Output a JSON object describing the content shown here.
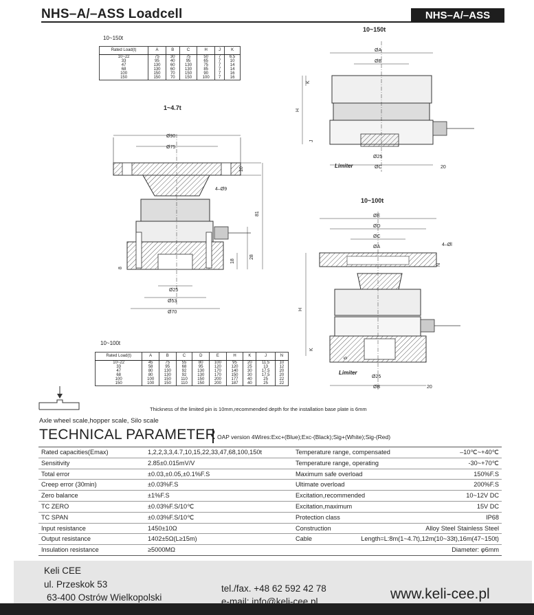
{
  "header": {
    "title": "NHS–A/–ASS  Loadcell",
    "tag": "NHS–A/–ASS"
  },
  "table_150t": {
    "caption": "10~150t",
    "columns": [
      "Rated Load(t)",
      "A",
      "B",
      "C",
      "H",
      "J",
      "K"
    ],
    "rows": [
      [
        "10~22",
        "75",
        "30",
        "75",
        "50",
        "7",
        "6.5"
      ],
      [
        "33",
        "95",
        "40",
        "95",
        "65",
        "7",
        "10"
      ],
      [
        "47",
        "130",
        "60",
        "130",
        "75",
        "7",
        "14"
      ],
      [
        "68",
        "130",
        "60",
        "130",
        "85",
        "7",
        "14"
      ],
      [
        "100",
        "150",
        "70",
        "150",
        "90",
        "7",
        "16"
      ],
      [
        "150",
        "150",
        "70",
        "150",
        "100",
        "7",
        "16"
      ]
    ]
  },
  "table_100t": {
    "caption": "10~100t",
    "columns": [
      "Rated Load(t)",
      "A",
      "B",
      "C",
      "D",
      "E",
      "H",
      "K",
      "J",
      "N"
    ],
    "rows": [
      [
        "10~22",
        "45",
        "75",
        "55",
        "80",
        "100",
        "95",
        "20",
        "11.5",
        "10"
      ],
      [
        "33",
        "58",
        "95",
        "68",
        "95",
        "120",
        "120",
        "25",
        "13",
        "12"
      ],
      [
        "47",
        "80",
        "130",
        "92",
        "130",
        "170",
        "140",
        "30",
        "17.5",
        "20"
      ],
      [
        "68",
        "80",
        "130",
        "92",
        "130",
        "170",
        "150",
        "30",
        "17.5",
        "20"
      ],
      [
        "100",
        "100",
        "150",
        "110",
        "150",
        "200",
        "177",
        "40",
        "25",
        "22"
      ],
      [
        "150",
        "100",
        "150",
        "110",
        "150",
        "200",
        "187",
        "40",
        "25",
        "22"
      ]
    ]
  },
  "drawings": {
    "d1": {
      "caption": "1~4.7t",
      "labels": [
        "Ø90",
        "Ø75",
        "4–Ø9",
        "Ø25",
        "Ø53",
        "Ø70",
        "10",
        "81",
        "28",
        "18",
        "8"
      ]
    },
    "d2": {
      "caption": "10~150t",
      "labels": [
        "ØA",
        "ØB",
        "K",
        "H",
        "J",
        "Ø25",
        "ØC",
        "20",
        "Limiter"
      ]
    },
    "d3": {
      "caption": "10~100t",
      "labels": [
        "ØE",
        "ØD",
        "ØC",
        "ØA",
        "4–Øl",
        "N",
        "H",
        "K",
        "5",
        "Ø25",
        "ØB",
        "20",
        "Limiter"
      ]
    }
  },
  "notes": {
    "pin": "Thickness of the limited pin is 10mm,recommended depth for the installation base plate is 6mm",
    "usage": "Axle wheel scale,hopper scale, Silo scale"
  },
  "technical": {
    "heading": "TECHNICAL PARAMETER",
    "oap": "OAP version 4Wires:Exc+(Blue);Exc-(Black);Sig+(White);Sig-(Red)",
    "rows": [
      [
        "Rated capacities(Emax)",
        "1,2,2,3,3,4.7,10,15,22,33,47,68,100,150t",
        "Temperature range, compensated",
        "–10℃~+40℃"
      ],
      [
        "Sensitivity",
        "2.85±0.015mV/V",
        "Temperature range, operating",
        "-30~+70℃"
      ],
      [
        "Total error",
        "±0.03,±0.05,±0.1%F.S",
        "Maximum safe overload",
        "150%F.S"
      ],
      [
        "Creep error (30min)",
        "±0.03%F.S",
        "Ultimate overload",
        "200%F.S"
      ],
      [
        "Zero balance",
        "±1%F.S",
        "Excitation,recommended",
        "10~12V DC"
      ],
      [
        "TC ZERO",
        "±0.03%F.S/10℃",
        "Excitation,maximum",
        "15V DC"
      ],
      [
        "TC SPAN",
        "±0.03%F.S/10℃",
        "Protection class",
        "IP68"
      ],
      [
        "Input resistance",
        "1450±10Ω",
        "Construction",
        "Alloy Steel   Stainless Steel"
      ],
      [
        "Output resistance",
        "1402±5Ω(L≥15m)",
        "Cable",
        "Length=L:8m(1~4.7t),12m(10~33t),16m(47~150t)"
      ],
      [
        "Insulation resistance",
        "≥5000MΩ",
        "",
        "Diameter: φ6mm"
      ]
    ]
  },
  "footer": {
    "company": "Keli CEE",
    "street": "ul. Przeskok 53",
    "city": "63-400 Ostrów Wielkopolski",
    "phone": "tel./fax. +48 62 592 42 78",
    "email": "e-mail: info@keli-cee.pl",
    "website": "www.keli-cee.pl"
  }
}
